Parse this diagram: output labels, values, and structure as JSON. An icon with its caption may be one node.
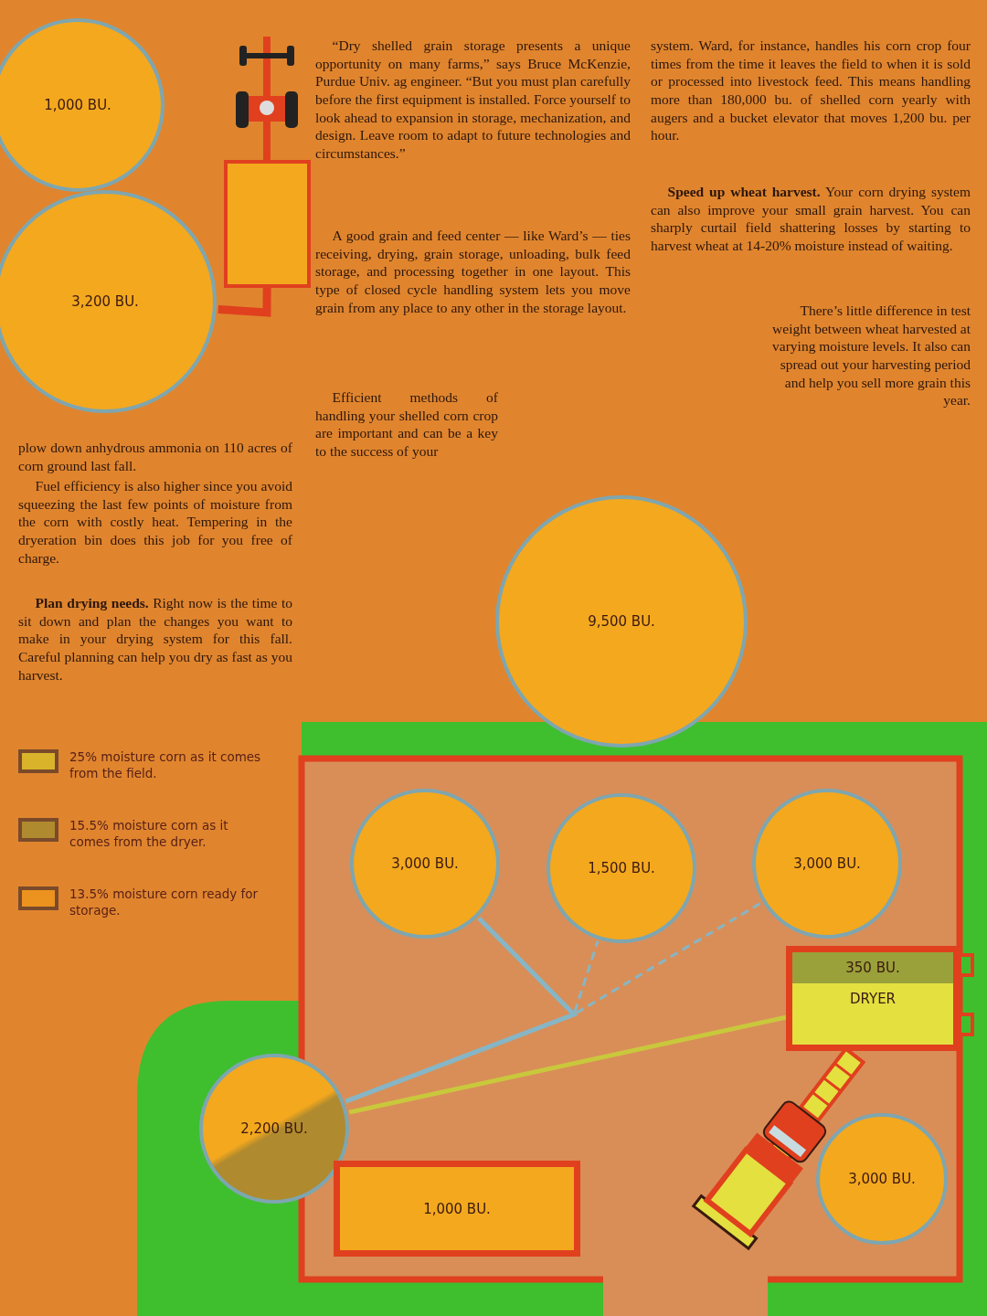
{
  "diagram": {
    "nodes": [
      {
        "text": [
          "1,000 BU."
        ]
      },
      {
        "text": [
          "3,200 BU."
        ]
      },
      {
        "text": [],
        "shape": "box"
      },
      {
        "text": [
          "9,500 BU."
        ]
      },
      {
        "text": [
          "3,000 BU."
        ]
      },
      {
        "text": [
          "1,500 BU."
        ]
      },
      {
        "text": [
          "3,000 BU."
        ]
      },
      {
        "text": [
          "350 BU.",
          "DRYER"
        ]
      },
      {
        "text": [
          "2,200 BU."
        ]
      },
      {
        "text": [
          "1,000 BU."
        ]
      },
      {
        "text": [
          "3,000 BU."
        ]
      }
    ],
    "edges": [
      {
        "from": 2,
        "to": 1,
        "arrow": "none",
        "style": "thick",
        "color": "#e0401e"
      },
      {
        "from": 8,
        "to": 4,
        "arrow": "none"
      },
      {
        "from": 8,
        "to": 7,
        "arrow": "none",
        "color": "#c9c83c"
      },
      {
        "from": 8,
        "to": 5,
        "arrow": "none",
        "style": "dashed"
      },
      {
        "from": 8,
        "to": 6,
        "arrow": "none",
        "style": "dashed"
      }
    ],
    "labels": [
      "“Dry shelled grain storage presents a unique opportunity on many farms,” says Bruce McKenzie, Purdue Univ. ag engineer. “But you must plan carefully before the first equipment is installed. Force yourself to look ahead to expansion in storage, mechanization, and design. Leave room to adapt to future technologies and circumstances.”",
      "A good grain and feed center — like Ward’s — ties receiving, drying, grain storage, unloading, bulk feed storage, and processing together in one layout. This type of closed cycle handling system lets you move grain from any place to any other in the storage layout.",
      "Efficient methods of handling your shelled corn crop are important and can be a key to the success of your",
      "system. Ward, for instance, handles his corn crop four times from the time it leaves the field to when it is sold or processed into livestock feed. This means handling more than 180,000 bu. of shelled corn yearly with augers and a bucket elevator that moves 1,200 bu. per hour.",
      "**Speed up wheat harvest.** Your corn drying system can also improve your small grain harvest. You can sharply curtail field shattering losses by starting to harvest wheat at 14-20% moisture instead of waiting.",
      "There’s little difference in test weight between wheat harvested at varying moisture levels. It also can spread out your harvesting period and help you sell more grain this year.",
      "plow down anhydrous ammonia on 110 acres of corn ground last fall.",
      "Fuel efficiency is also higher since you avoid squeezing the last few points of moisture from the corn with costly heat. Tempering in the dryeration bin does this job for you free of charge.",
      "**Plan drying needs.** Right now is the time to sit down and plan the changes you want to make in your drying system for this fall. Careful planning can help you dry as fast as you harvest."
    ],
    "legend": [
      {
        "text": "25% moisture corn as it comes from the field.",
        "color": "#d9b42a"
      },
      {
        "text": "15.5% moisture corn as it comes from the dryer.",
        "color": "#b08a2e"
      },
      {
        "text": "13.5% moisture corn ready for storage.",
        "color": "#ec921e"
      }
    ]
  }
}
